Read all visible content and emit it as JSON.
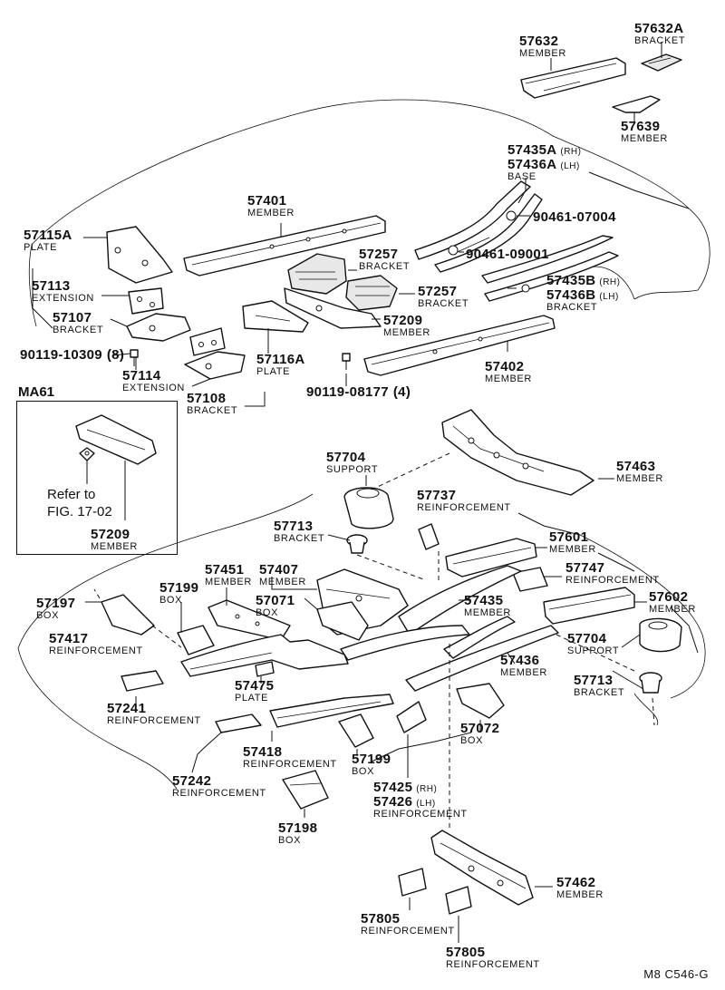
{
  "labels": [
    {
      "id": "p57632",
      "part": "57632",
      "name": "MEMBER"
    },
    {
      "id": "p57632a",
      "part": "57632A",
      "name": "BRACKET"
    },
    {
      "id": "p57639",
      "part": "57639",
      "name": "MEMBER"
    },
    {
      "id": "p57435a",
      "part": "57435A",
      "side": "(RH)"
    },
    {
      "id": "p57436a",
      "part": "57436A",
      "side": "(LH)",
      "name": "BASE"
    },
    {
      "id": "p90461a",
      "part": "90461-07004"
    },
    {
      "id": "p90461b",
      "part": "90461-09001"
    },
    {
      "id": "p57401",
      "part": "57401",
      "name": "MEMBER"
    },
    {
      "id": "p57115a",
      "part": "57115A",
      "name": "PLATE"
    },
    {
      "id": "p57257a",
      "part": "57257",
      "name": "BRACKET"
    },
    {
      "id": "p57257b",
      "part": "57257",
      "name": "BRACKET"
    },
    {
      "id": "p57113",
      "part": "57113",
      "name": "EXTENSION"
    },
    {
      "id": "p57435b",
      "part": "57435B",
      "side": "(RH)"
    },
    {
      "id": "p57436b",
      "part": "57436B",
      "side": "(LH)",
      "name": "BRACKET"
    },
    {
      "id": "p57107",
      "part": "57107",
      "name": "BRACKET"
    },
    {
      "id": "p57209a",
      "part": "57209",
      "name": "MEMBER"
    },
    {
      "id": "p90119a",
      "part": "90119-10309",
      "qty": "(8)"
    },
    {
      "id": "p57116a",
      "part": "57116A",
      "name": "PLATE"
    },
    {
      "id": "p57402",
      "part": "57402",
      "name": "MEMBER"
    },
    {
      "id": "p57114",
      "part": "57114",
      "name": "EXTENSION"
    },
    {
      "id": "p57108",
      "part": "57108",
      "name": "BRACKET"
    },
    {
      "id": "p90119b",
      "part": "90119-08177",
      "qty": "(4)"
    },
    {
      "id": "p57463",
      "part": "57463",
      "name": "MEMBER"
    },
    {
      "id": "p57704a",
      "part": "57704",
      "name": "SUPPORT"
    },
    {
      "id": "p57737",
      "part": "57737",
      "name": "REINFORCEMENT"
    },
    {
      "id": "p57713a",
      "part": "57713",
      "name": "BRACKET"
    },
    {
      "id": "p57601",
      "part": "57601",
      "name": "MEMBER"
    },
    {
      "id": "p57209b",
      "part": "57209",
      "name": "MEMBER"
    },
    {
      "id": "p57451",
      "part": "57451",
      "name": "MEMBER"
    },
    {
      "id": "p57407",
      "part": "57407",
      "name": "MEMBER"
    },
    {
      "id": "p57747",
      "part": "57747",
      "name": "REINFORCEMENT"
    },
    {
      "id": "p57199a",
      "part": "57199",
      "name": "BOX"
    },
    {
      "id": "p57197",
      "part": "57197",
      "name": "BOX"
    },
    {
      "id": "p57071",
      "part": "57071",
      "name": "BOX"
    },
    {
      "id": "p57435c",
      "part": "57435",
      "name": "MEMBER"
    },
    {
      "id": "p57602",
      "part": "57602",
      "name": "MEMBER"
    },
    {
      "id": "p57417",
      "part": "57417",
      "name": "REINFORCEMENT"
    },
    {
      "id": "p57704b",
      "part": "57704",
      "name": "SUPPORT"
    },
    {
      "id": "p57436c",
      "part": "57436",
      "name": "MEMBER"
    },
    {
      "id": "p57475",
      "part": "57475",
      "name": "PLATE"
    },
    {
      "id": "p57713b",
      "part": "57713",
      "name": "BRACKET"
    },
    {
      "id": "p57241",
      "part": "57241",
      "name": "REINFORCEMENT"
    },
    {
      "id": "p57072",
      "part": "57072",
      "name": "BOX"
    },
    {
      "id": "p57418",
      "part": "57418",
      "name": "REINFORCEMENT"
    },
    {
      "id": "p57199b",
      "part": "57199",
      "name": "BOX"
    },
    {
      "id": "p57242",
      "part": "57242",
      "name": "REINFORCEMENT"
    },
    {
      "id": "p57425",
      "part": "57425",
      "side": "(RH)"
    },
    {
      "id": "p57426",
      "part": "57426",
      "side": "(LH)",
      "name": "REINFORCEMENT"
    },
    {
      "id": "p57198",
      "part": "57198",
      "name": "BOX"
    },
    {
      "id": "p57462",
      "part": "57462",
      "name": "MEMBER"
    },
    {
      "id": "p57805a",
      "part": "57805",
      "name": "REINFORCEMENT"
    },
    {
      "id": "p57805b",
      "part": "57805",
      "name": "REINFORCEMENT"
    }
  ],
  "inset": {
    "title": "MA61",
    "ref_line1": "Refer to",
    "ref_line2": "FIG. 17-02"
  },
  "figure_code": "M8  C546-G"
}
